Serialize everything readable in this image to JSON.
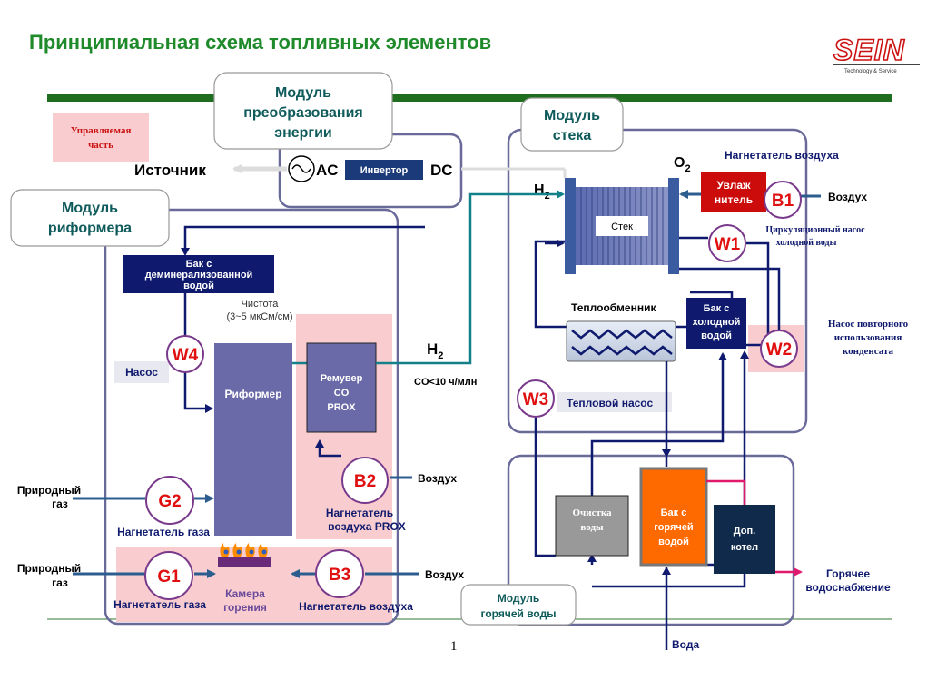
{
  "title": "Принципиальная схема топливных элементов",
  "logo": {
    "text": "SEIN",
    "subtitle": "Technology & Service"
  },
  "page_number": "1",
  "colors": {
    "title_green": "#1f8a2a",
    "navy": "#0f1a6e",
    "pipe_blue": "#2c5d8f",
    "teal": "#13808a",
    "pink_zone": "#f9cdd0",
    "reformer": "#6a6aa8",
    "hot_tank": "#ff6a00",
    "humidifier": "#cc0b0b",
    "hot_water_line": "#e0196d",
    "circle_red": "#e01010",
    "circle_ring": "#7a3a8c"
  },
  "modules": {
    "energy": {
      "line1": "Модуль",
      "line2": "преобразования",
      "line3": "энергии"
    },
    "stack": {
      "line1": "Модуль",
      "line2": "стека"
    },
    "reformer": {
      "line1": "Модуль",
      "line2": "риформера"
    },
    "hot_water": {
      "line1": "Модуль",
      "line2": "горячей воды"
    }
  },
  "labels": {
    "controlled_part_1": "Управляемая",
    "controlled_part_2": "часть",
    "source": "Источник",
    "ac": "AC",
    "inverter": "Инвертор",
    "dc": "DC",
    "o2": "O",
    "o2_sub": "2",
    "h2": "H",
    "h2_sub": "2",
    "air_blower_top": "Нагнетатель воздуха",
    "humidifier_1": "Увлаж",
    "humidifier_2": "нитель",
    "air_b1": "Воздух",
    "stack": "Стек",
    "circ_pump_1": "Циркуляционный насос",
    "circ_pump_2": "холодной воды",
    "heat_exchanger": "Теплообменник",
    "cold_tank_1": "Бак с",
    "cold_tank_2": "холодной",
    "cold_tank_3": "водой",
    "condensate_1": "Насос повторного",
    "condensate_2": "использования",
    "condensate_3": "конденсата",
    "heat_pump": "Тепловой насос",
    "demin_1": "Бак с",
    "demin_2": "деминерализованной",
    "demin_3": "водой",
    "purity_1": "Чистота",
    "purity_2": "(3~5 мкСм/см)",
    "pump": "Насос",
    "reformer": "Риформер",
    "remover_1": "Ремувер",
    "remover_2": "CO",
    "remover_3": "PROX",
    "h2_main": "H",
    "h2_main_sub": "2",
    "co_limit": "CO<10 ч/млн",
    "air_b2": "Воздух",
    "prox_blower_1": "Нагнетатель",
    "prox_blower_2": "воздуха PROX",
    "natural_gas_1a": "Природный",
    "natural_gas_1b": "газ",
    "gas_blower_g2": "Нагнетатель газа",
    "natural_gas_2a": "Природный",
    "natural_gas_2b": "газ",
    "combustion_1": "Камера",
    "combustion_2": "горения",
    "air_b3": "Воздух",
    "gas_blower_g1": "Нагнетатель газа",
    "air_blower_b3": "Нагнетатель воздуха",
    "water_purif_1": "Очистка",
    "water_purif_2": "воды",
    "hot_tank_1": "Бак с",
    "hot_tank_2": "горячей",
    "hot_tank_3": "водой",
    "aux_boiler_1": "Доп.",
    "aux_boiler_2": "котел",
    "hot_supply_1": "Горячее",
    "hot_supply_2": "водоснабжение",
    "water": "Вода"
  },
  "circles": {
    "b1": "B1",
    "w1": "W1",
    "w2": "W2",
    "w3": "W3",
    "w4": "W4",
    "b2": "B2",
    "g2": "G2",
    "g1": "G1",
    "b3": "B3"
  },
  "icons": [
    "ac-source-icon",
    "flame-icon",
    "heat-exchanger-coil-icon"
  ]
}
